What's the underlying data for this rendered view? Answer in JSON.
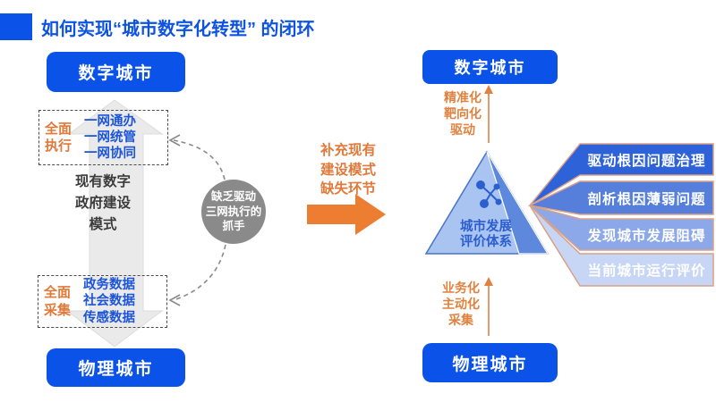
{
  "title": "如何实现“城市数字化转型” 的闭环",
  "colors": {
    "primary_blue": "#0b52e8",
    "accent_orange": "#ed7d31",
    "gray_circle": "#8a8a8a",
    "gray_arrow": "#eaeaea",
    "pyramid_light": "#a9c4f0",
    "pyramid_dark": "#5e88dc",
    "banner_border": "#d9a089"
  },
  "left": {
    "digital_city": "数字城市",
    "physical_city": "物理城市",
    "exec_label_lines": [
      "全面",
      "执行"
    ],
    "exec_items": [
      "一网通办",
      "一网统管",
      "一网协同"
    ],
    "mode_lines": [
      "现有数字",
      "政府建设",
      "模式"
    ],
    "collect_label_lines": [
      "全面",
      "采集"
    ],
    "collect_items": [
      "政务数据",
      "社会数据",
      "传感数据"
    ]
  },
  "middle": {
    "circle_lines": [
      "缺乏驱动",
      "三网执行的",
      "抓手"
    ],
    "arrow_lines": [
      "补充现有",
      "建设模式",
      "缺失环节"
    ]
  },
  "right": {
    "digital_city": "数字城市",
    "physical_city": "物理城市",
    "drive_lines": [
      "精准化",
      "靶向化",
      "驱动"
    ],
    "collect_lines": [
      "业务化",
      "主动化",
      "采集"
    ],
    "pyramid_lines": [
      "城市发展",
      "评价体系"
    ],
    "banners": [
      {
        "label": "驱动根因问题治理",
        "color": "#2e62d9"
      },
      {
        "label": "剖析根因薄弱问题",
        "color": "#567fdc"
      },
      {
        "label": "发现城市发展阻碍",
        "color": "#8ca8e8"
      },
      {
        "label": "当前城市运行评价",
        "color": "#c7d6f4"
      }
    ]
  }
}
